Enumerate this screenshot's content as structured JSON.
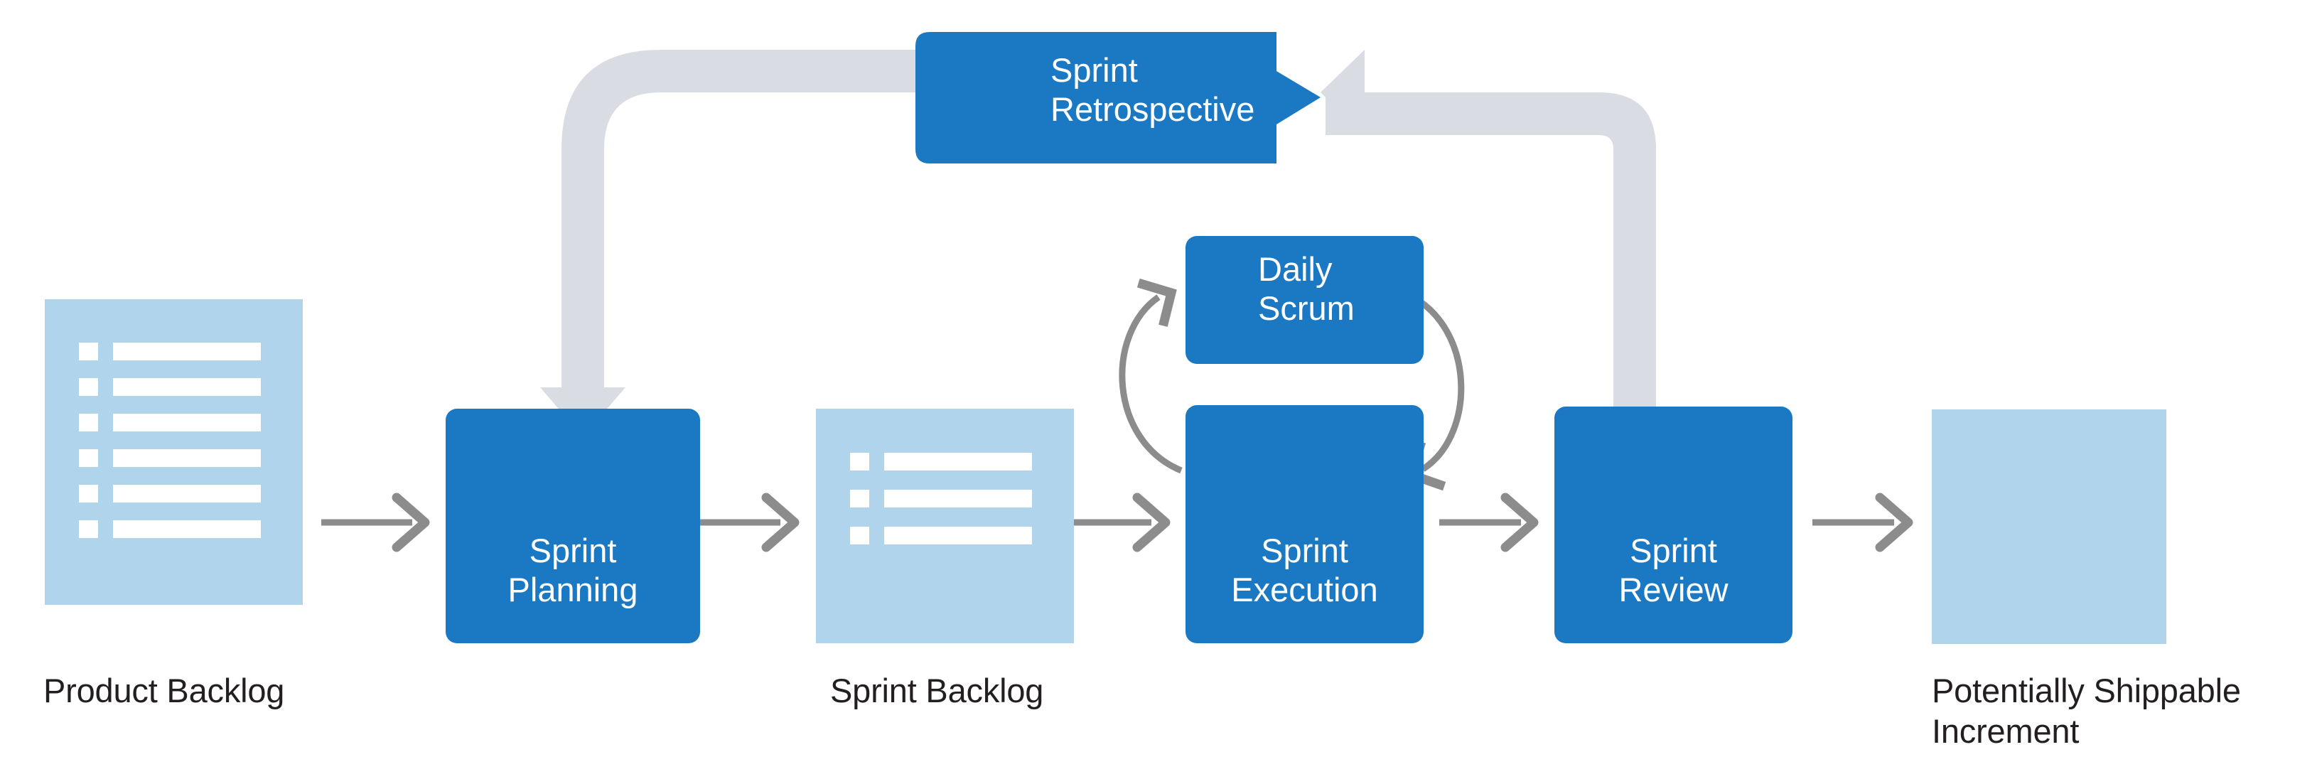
{
  "diagram": {
    "title": "Scrum Framework Process Flow",
    "type": "process-flow",
    "colors": {
      "event_blue": "#1B79C3",
      "artifact_light_blue": "#AFD4EC",
      "band_gray": "#D9DDE3",
      "arrow_gray": "#8C8C8C",
      "label_text": "#231f20",
      "icon_white": "#ffffff",
      "icon_pale_blue": "#AFD4EC"
    }
  },
  "artifacts": [
    {
      "id": "product-backlog",
      "label": "Product Backlog",
      "icon": "checklist-icon",
      "rows": 6
    },
    {
      "id": "sprint-backlog",
      "label": "Sprint Backlog",
      "icon": "checklist-icon",
      "rows": 3
    },
    {
      "id": "increment",
      "label": "Potentially Shippable\nIncrement",
      "icon": "delivery-truck-icon",
      "rows": 0
    }
  ],
  "events": [
    {
      "id": "sprint-planning",
      "label": "Sprint\nPlanning",
      "icon": "sprint-cycle-arrow-icon"
    },
    {
      "id": "daily-scrum",
      "label": "Daily\nScrum",
      "icon": "person-refresh-icon"
    },
    {
      "id": "sprint-execution",
      "label": "Sprint\nExecution",
      "icon": "list-to-box-icon"
    },
    {
      "id": "sprint-review",
      "label": "Sprint\nReview",
      "icon": "magnifier-board-icon"
    },
    {
      "id": "sprint-retrospective",
      "label": "Sprint\nRetrospective",
      "icon": "clock-rewind-icon"
    }
  ],
  "connectors": [
    {
      "id": "backlog-to-planning",
      "kind": "straight-arrow",
      "from": "product-backlog",
      "to": "sprint-planning"
    },
    {
      "id": "planning-to-backlog",
      "kind": "straight-arrow",
      "from": "sprint-planning",
      "to": "sprint-backlog"
    },
    {
      "id": "backlog-to-execution",
      "kind": "straight-arrow",
      "from": "sprint-backlog",
      "to": "sprint-execution"
    },
    {
      "id": "execution-to-review",
      "kind": "straight-arrow",
      "from": "sprint-execution",
      "to": "sprint-review"
    },
    {
      "id": "review-to-increment",
      "kind": "straight-arrow",
      "from": "sprint-review",
      "to": "increment"
    },
    {
      "id": "execution-to-scrum",
      "kind": "curved-arrow",
      "from": "sprint-execution",
      "to": "daily-scrum"
    },
    {
      "id": "scrum-to-execution",
      "kind": "curved-arrow",
      "from": "daily-scrum",
      "to": "sprint-execution"
    },
    {
      "id": "review-to-retro-band",
      "kind": "gray-band",
      "from": "sprint-review",
      "to": "sprint-retrospective"
    },
    {
      "id": "retro-to-planning-band",
      "kind": "gray-band-arrow",
      "from": "sprint-retrospective",
      "to": "sprint-planning"
    }
  ]
}
